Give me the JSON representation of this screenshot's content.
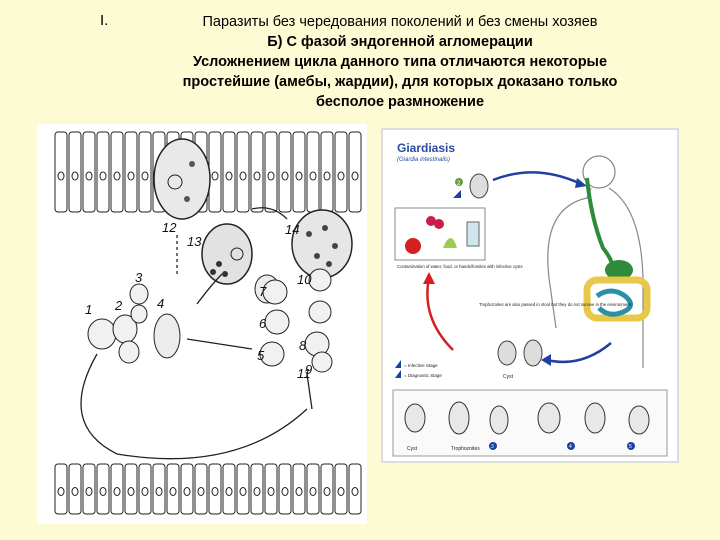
{
  "slide": {
    "section_number": "I.",
    "title_line1": "Паразиты без чередования поколений и без смены хозяев",
    "title_line2": "Б) С фазой эндогенной агломерации",
    "title_line3": "Усложнением цикла данного типа отличаются некоторые",
    "title_line4": "простейшие (амебы, жардии), для которых доказано только",
    "title_line5": "бесполое размножение"
  },
  "left_figure": {
    "stage_numbers": [
      "1",
      "2",
      "3",
      "4",
      "5",
      "6",
      "7",
      "8",
      "9",
      "10",
      "11",
      "12",
      "13",
      "14"
    ]
  },
  "right_figure": {
    "title": "Giardiasis",
    "subtitle": "(Giardia intestinalis)",
    "contamination_caption": "Contamination of water, food, or hands/fomites with infective cysts",
    "trophozoite_caption": "Trophozoites are also passed in stool but they do not survive in the environment.",
    "legend_infective": "= Infective Stage",
    "legend_diagnostic": "= Diagnostic Stage",
    "cyst_label": "Cyst",
    "cyst_label_bottom": "Cyst",
    "trophozoites_label": "Trophozoites",
    "step_numbers": [
      "1",
      "2",
      "3",
      "4",
      "5"
    ]
  },
  "colors": {
    "slide_background": "#fdfbd3",
    "arrow_blue": "#1f3fa3",
    "arrow_red": "#d42020",
    "stomach_green": "#2e8b3a",
    "intestine_teal": "#2c8fa8",
    "colon_yellow": "#e8c84a"
  }
}
